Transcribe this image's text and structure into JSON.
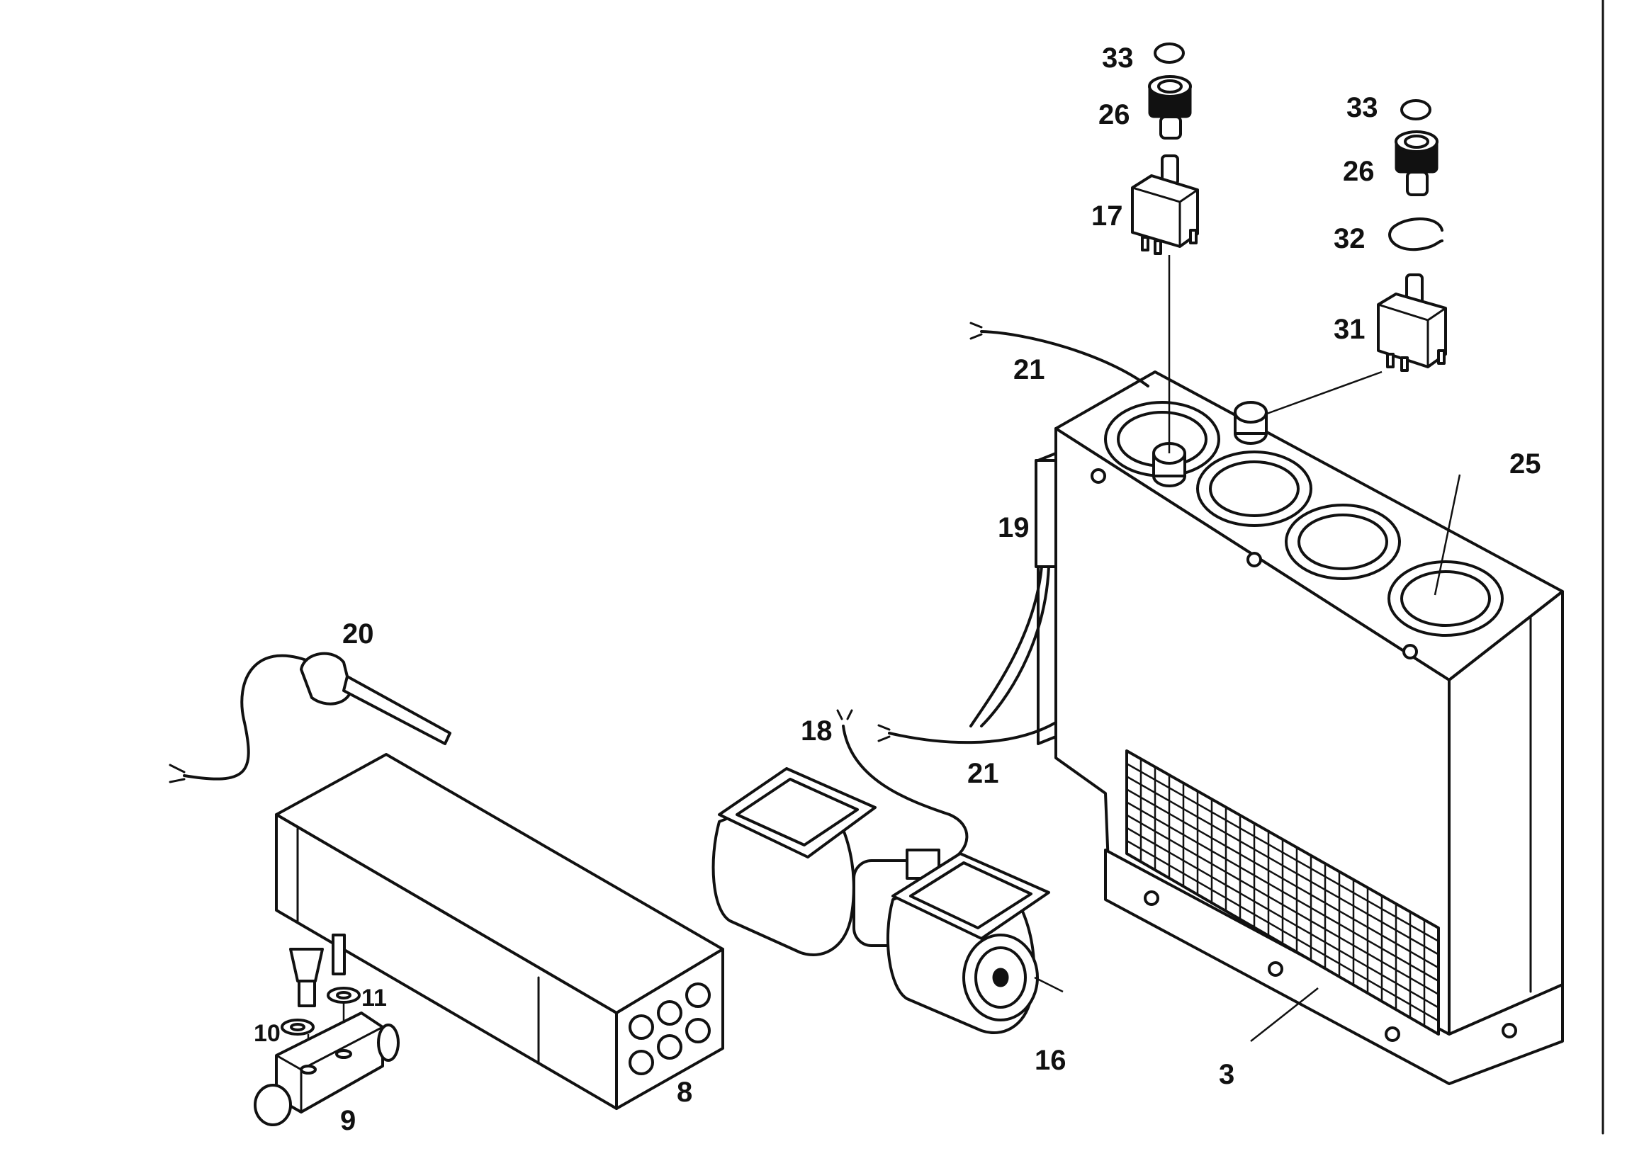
{
  "callouts": {
    "c3": "3",
    "c8": "8",
    "c9": "9",
    "c10": "10",
    "c11": "11",
    "c16": "16",
    "c17": "17",
    "c18": "18",
    "c19": "19",
    "c20": "20",
    "c21_top": "21",
    "c21_bottom": "21",
    "c25": "25",
    "c26_left": "26",
    "c26_right": "26",
    "c31": "31",
    "c32": "32",
    "c33_left": "33",
    "c33_right": "33"
  },
  "colors": {
    "ink": "#111111",
    "paper": "#ffffff"
  }
}
